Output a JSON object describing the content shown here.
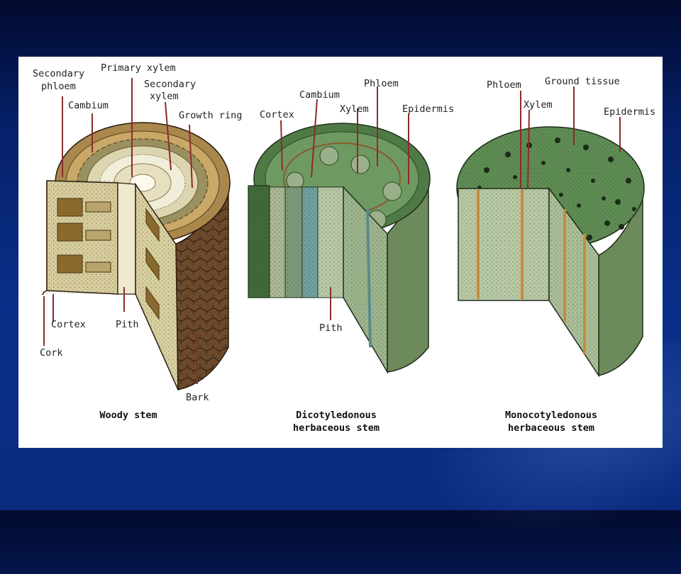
{
  "woody": {
    "labels": {
      "secondary_phloem_1": "Secondary",
      "secondary_phloem_2": "phloem",
      "cambium": "Cambium",
      "primary_xylem": "Primary xylem",
      "secondary_xylem_1": "Secondary",
      "secondary_xylem_2": "xylem",
      "growth_ring": "Growth ring",
      "cortex": "Cortex",
      "pith": "Pith",
      "cork": "Cork",
      "bark": "Bark"
    },
    "caption": "Woody stem"
  },
  "dicot": {
    "labels": {
      "cortex": "Cortex",
      "cambium": "Cambium",
      "phloem": "Phloem",
      "xylem": "Xylem",
      "epidermis": "Epidermis",
      "pith": "Pith"
    },
    "caption_1": "Dicotyledonous",
    "caption_2": "herbaceous stem"
  },
  "monocot": {
    "labels": {
      "phloem": "Phloem",
      "ground_tissue": "Ground tissue",
      "xylem": "Xylem",
      "epidermis": "Epidermis"
    },
    "caption_1": "Monocotyledonous",
    "caption_2": "herbaceous stem"
  },
  "colors": {
    "bark": "#6b4a2c",
    "wood": "#c9b98a",
    "dicot_green": "#5f8a55",
    "monocot_green": "#6a9a5e",
    "leader_line": "#8b2c2c"
  }
}
